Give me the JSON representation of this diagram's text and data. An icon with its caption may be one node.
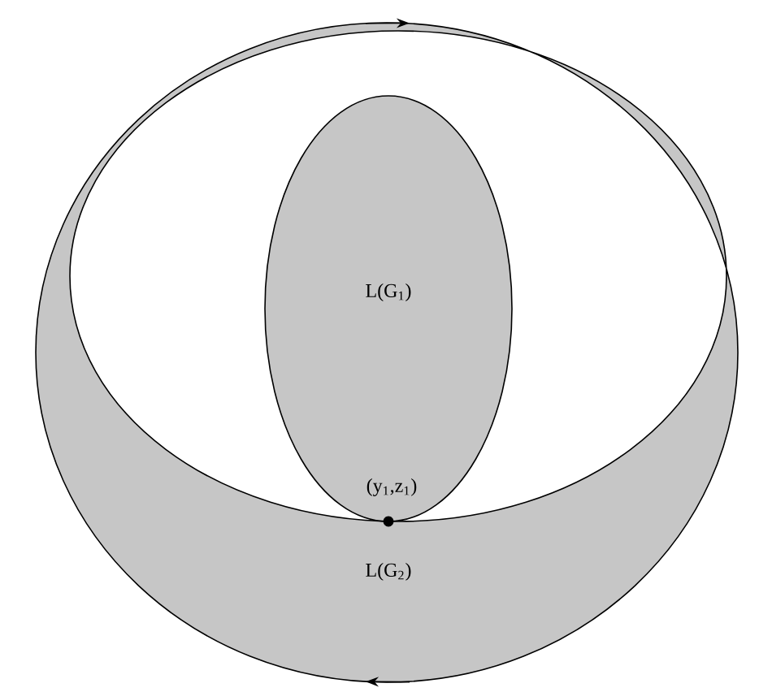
{
  "diagram": {
    "nodes": [
      {
        "text": [
          "L(G$_{2}$)"
        ]
      },
      {
        "text": [
          "L(G$_{1}$)"
        ],
        "in": 0
      }
    ],
    "labels": [
      "(y$_{1}$,z$_{1}$)"
    ]
  }
}
